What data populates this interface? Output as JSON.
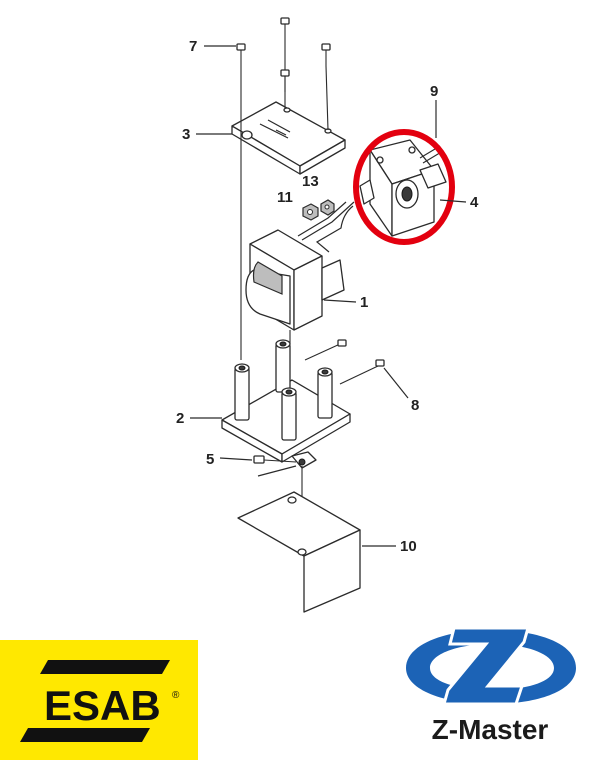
{
  "diagram": {
    "callouts": [
      {
        "id": "callout-1",
        "label": "1"
      },
      {
        "id": "callout-2",
        "label": "2"
      },
      {
        "id": "callout-3",
        "label": "3"
      },
      {
        "id": "callout-4",
        "label": "4"
      },
      {
        "id": "callout-5",
        "label": "5"
      },
      {
        "id": "callout-7",
        "label": "7"
      },
      {
        "id": "callout-8",
        "label": "8"
      },
      {
        "id": "callout-9",
        "label": "9"
      },
      {
        "id": "callout-10",
        "label": "10"
      },
      {
        "id": "callout-11",
        "label": "11"
      },
      {
        "id": "callout-13",
        "label": "13"
      }
    ],
    "highlight_color": "#e3000f",
    "highlighted_part": "4"
  },
  "logos": {
    "esab": {
      "text": "ESAB",
      "registered": "®",
      "background": "#ffe800"
    },
    "zmaster": {
      "text": "Z-Master",
      "color": "#1c63b6"
    }
  }
}
